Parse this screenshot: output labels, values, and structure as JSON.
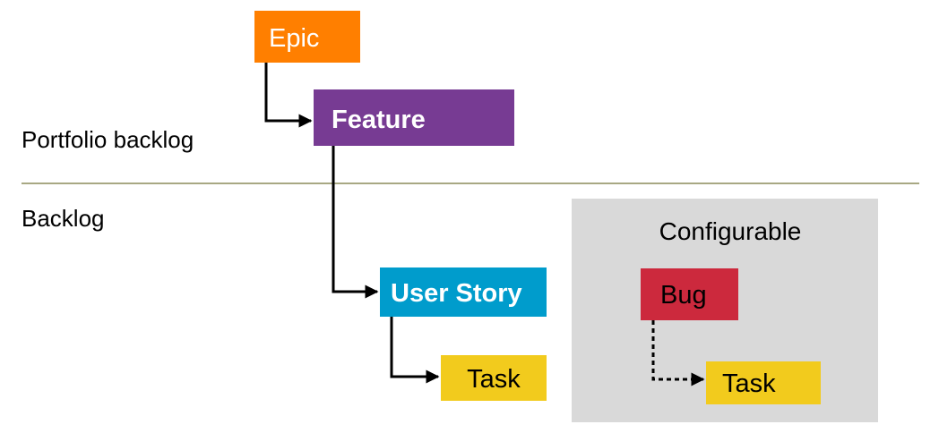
{
  "sections": {
    "portfolio_label": "Portfolio backlog",
    "backlog_label": "Backlog"
  },
  "configurable": {
    "title": "Configurable",
    "bug_label": "Bug",
    "task_label": "Task"
  },
  "work_items": {
    "epic": "Epic",
    "feature": "Feature",
    "user_story": "User Story",
    "task": "Task"
  },
  "colors": {
    "epic": "#FF7F00",
    "feature": "#773B93",
    "user_story": "#009CCC",
    "task": "#F2CB1D",
    "bug": "#CC293D",
    "configurable_bg": "#D9D9D9",
    "divider": "#8C8C5A"
  }
}
